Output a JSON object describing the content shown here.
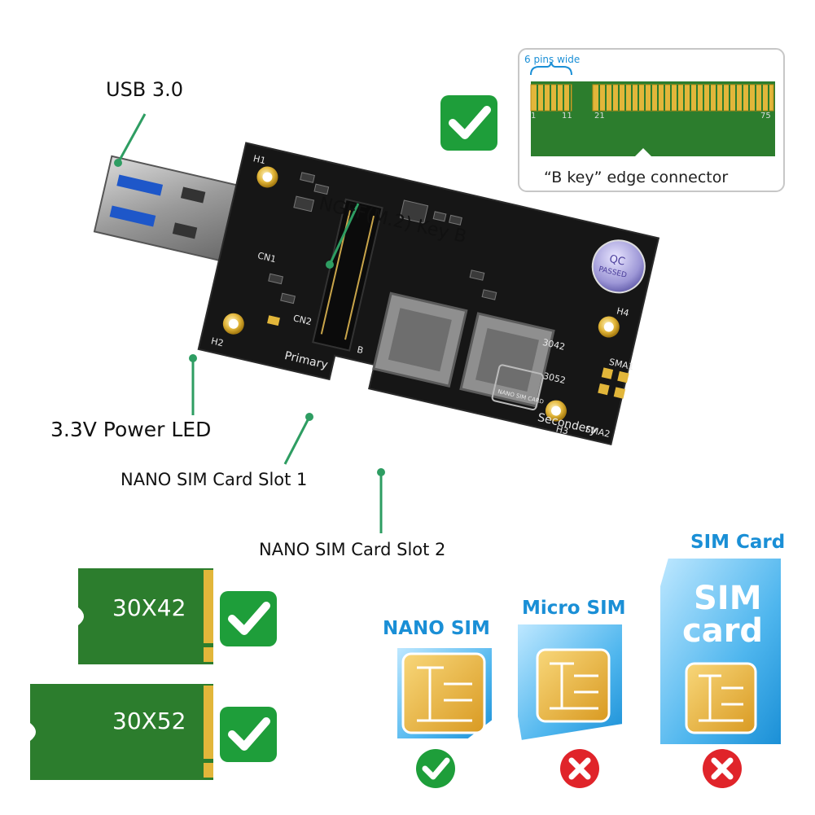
{
  "labels": {
    "usb": "USB 3.0",
    "ngff": "NGFF(M.2) Key B",
    "power_led": "3.3V Power LED",
    "sim_slot_1": "NANO SIM Card Slot 1",
    "sim_slot_2": "NANO SIM Card Slot 2"
  },
  "board_text": {
    "h1": "H1",
    "h2": "H2",
    "h3": "H3",
    "h4": "H4",
    "cn1": "CN1",
    "cn2": "CN2",
    "primary": "Primary",
    "secondery": "Secondery",
    "sma1": "SMA1",
    "sma2": "SMA2",
    "n3042": "3042",
    "n3052": "3052",
    "qc": "QC",
    "passed": "PASSED",
    "sim_card_mark": "NANO SIM CARD",
    "b": "B"
  },
  "edge_connector": {
    "width_label": "6 pins wide",
    "pin_1": "1",
    "pin_11": "11",
    "pin_21": "21",
    "pin_75": "75",
    "caption": "“B key” edge connector",
    "status": "supported"
  },
  "module_sizes": [
    {
      "label": "30X42",
      "status": "supported"
    },
    {
      "label": "30X52",
      "status": "supported"
    }
  ],
  "sim_types": [
    {
      "label": "NANO SIM",
      "status": "supported"
    },
    {
      "label": "Micro SIM",
      "status": "not-supported"
    },
    {
      "label": "SIM Card",
      "card_line_1": "SIM",
      "card_line_2": "card",
      "status": "not-supported"
    }
  ],
  "colors": {
    "accent_green": "#2e9d62",
    "check_green": "#1e9e3a",
    "cross_red": "#e0242a",
    "pcb_black": "#161616",
    "pcb_green": "#2c7d2d",
    "gold": "#e2b63a",
    "sim_blue": "#1a8fd6"
  }
}
